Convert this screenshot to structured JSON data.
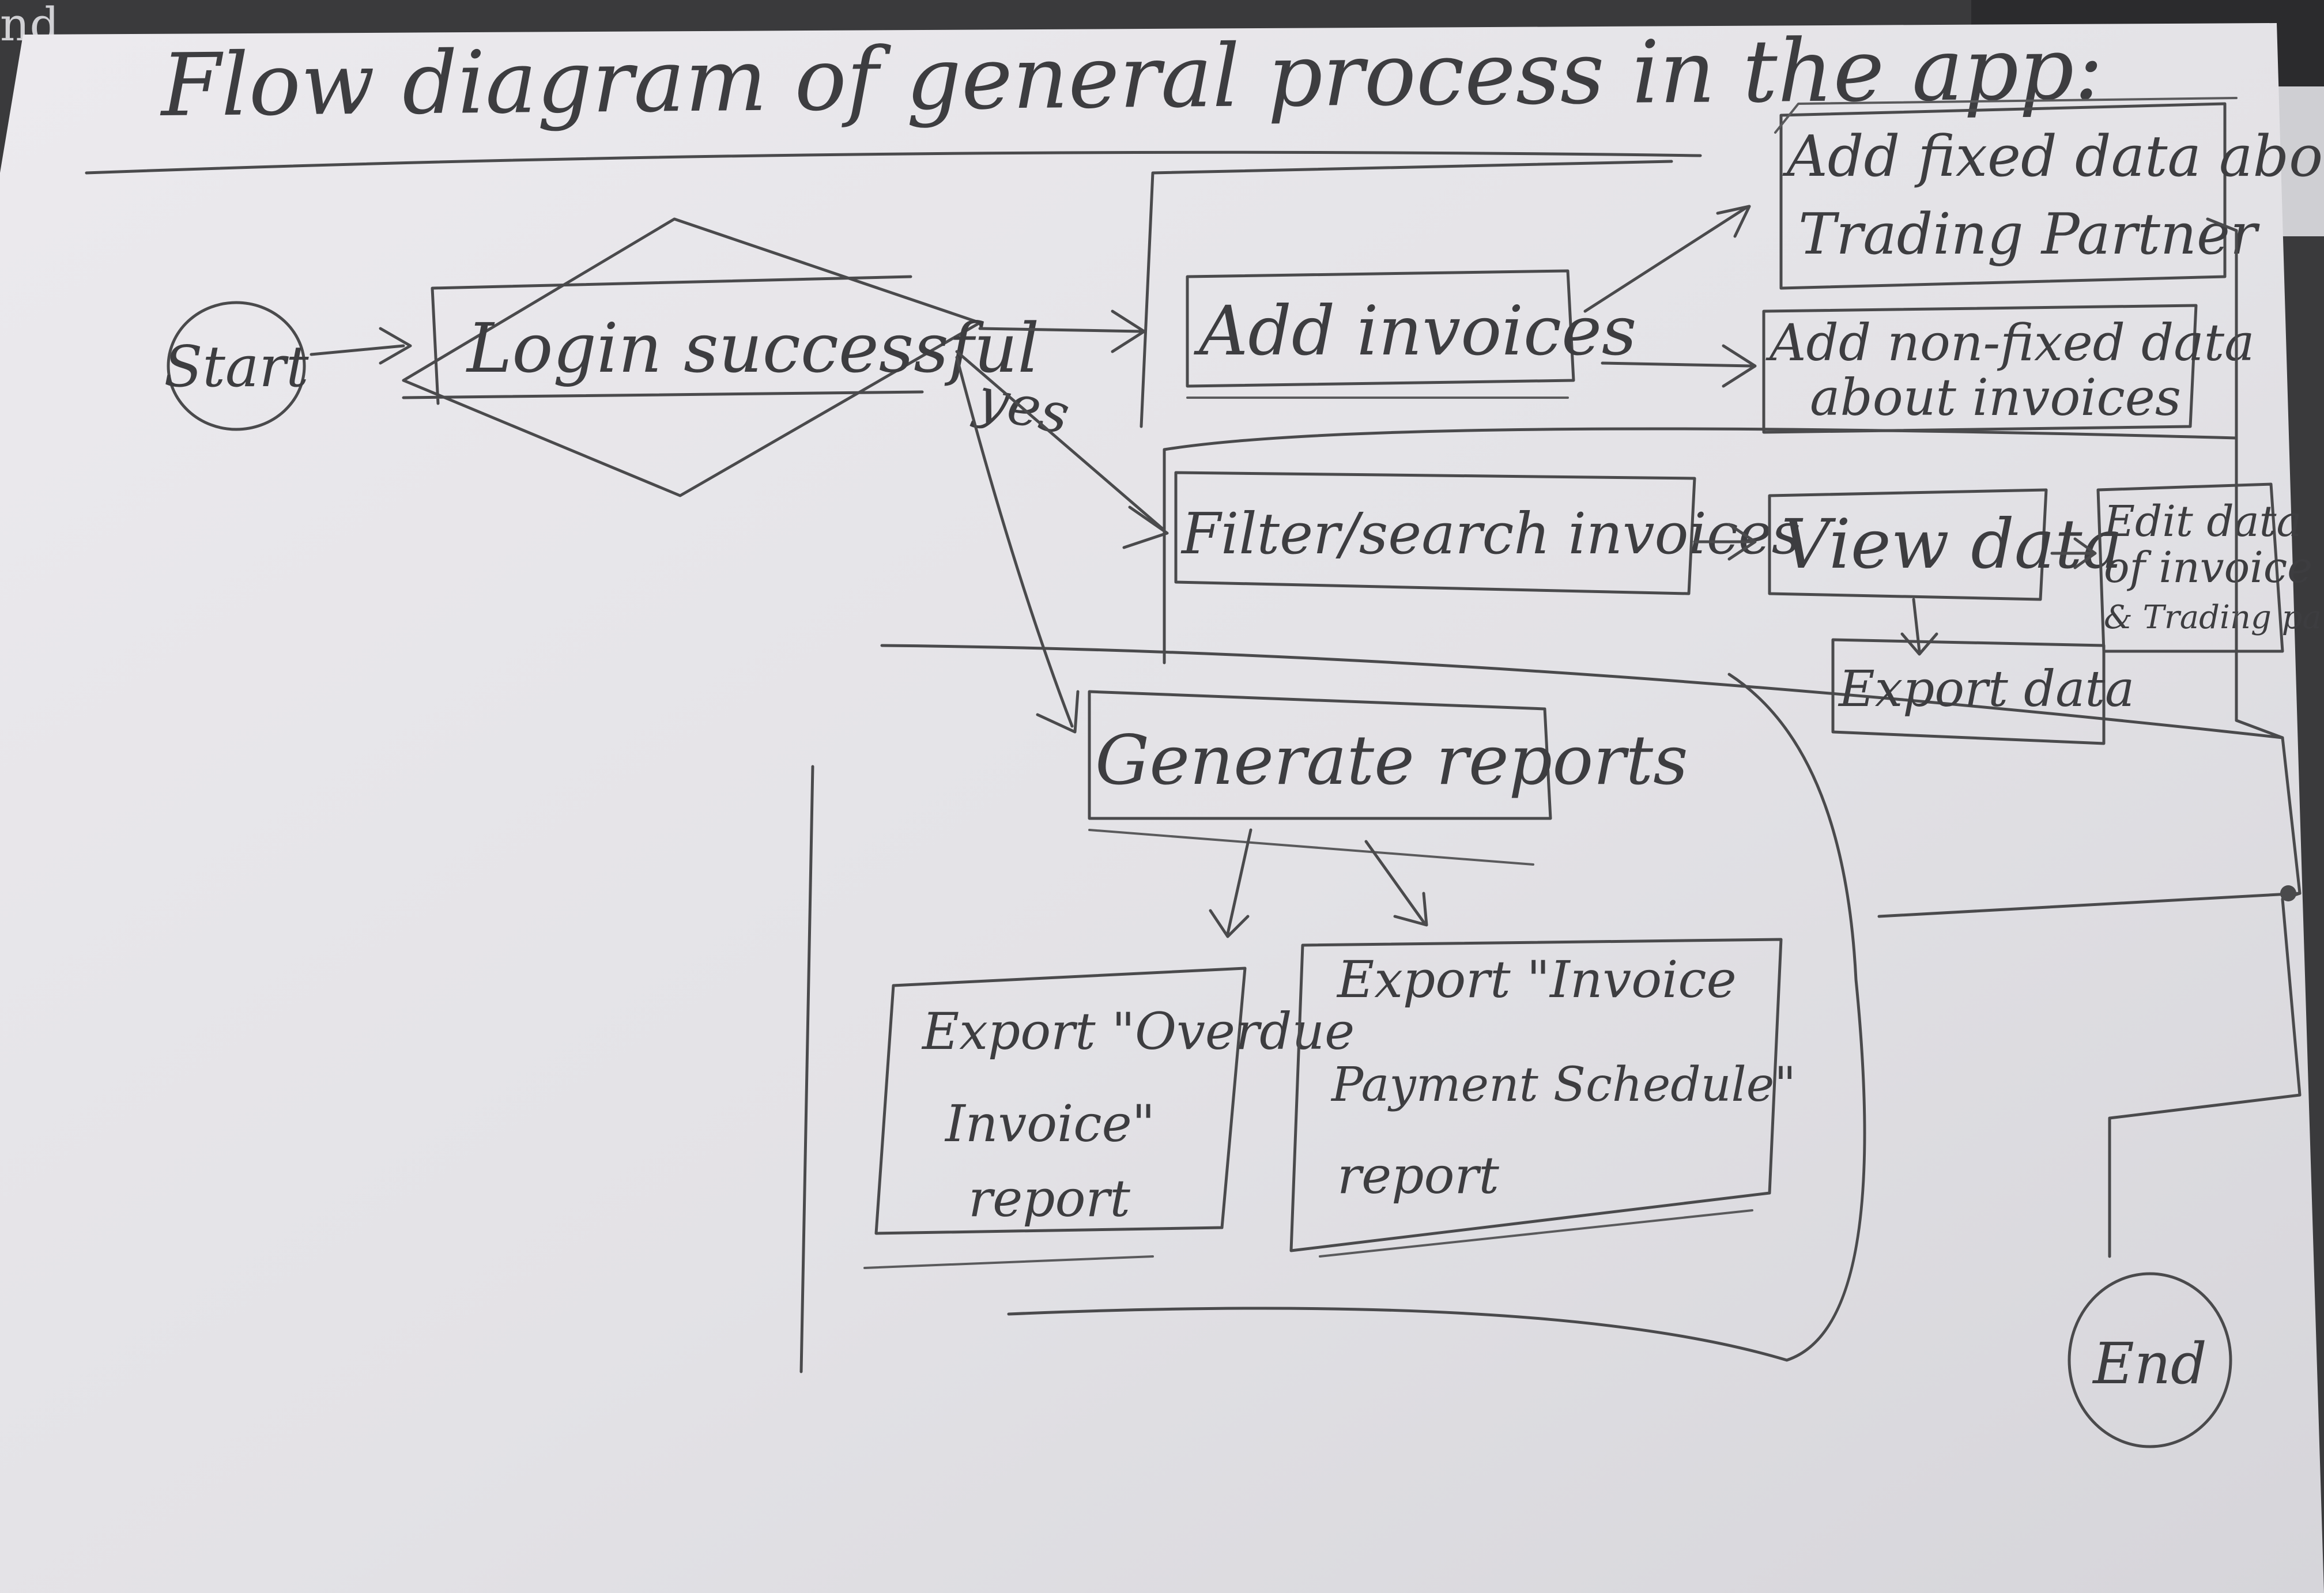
{
  "corner_text": "nd",
  "title": "Flow diagram of general process in the app:",
  "nodes": {
    "start": "Start",
    "login": "Login successful",
    "yes_label": "yes",
    "add_invoices": "Add invoices",
    "add_fixed_line1": "Add fixed data about",
    "add_fixed_line2": "Trading Partner",
    "add_nonfixed_line1": "Add non-fixed data",
    "add_nonfixed_line2": "about invoices",
    "filter_search": "Filter/search invoices",
    "view_data": "View data",
    "edit_line1": "Edit data",
    "edit_line2": "of invoice",
    "edit_line3": "& Trading partner",
    "export_data": "Export data",
    "generate_reports": "Generate reports",
    "report1_line1": "Export \"Overdue",
    "report1_line2": "Invoice\"",
    "report1_line3": "report",
    "report2_line1": "Export \"Invoice",
    "report2_line2": "Payment Schedule\"",
    "report2_line3": "report",
    "end": "End"
  },
  "colors": {
    "paper": "#e6e5e9",
    "pencil": "#4a4a4c",
    "desk": "#3a3a3c"
  }
}
